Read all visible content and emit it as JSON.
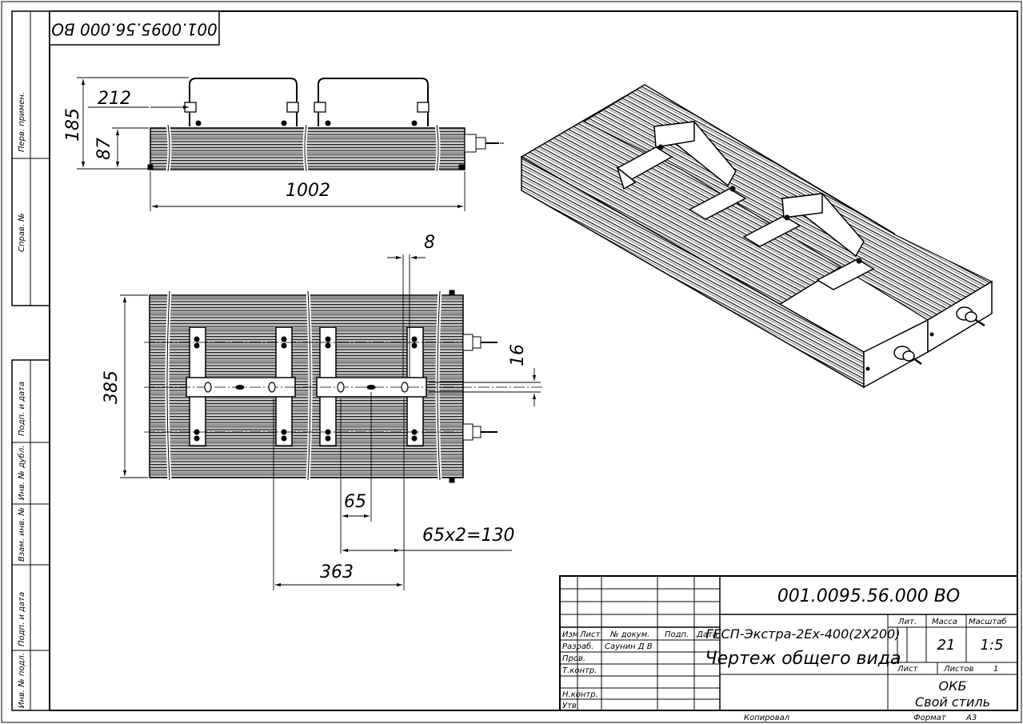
{
  "stamp": {
    "top_code": "001.0095.56.000 ВО",
    "designation": "001.0095.56.000 ВО",
    "product_name": "ГЕСП-Экстра-2Ex-400(2Х200)",
    "doc_type": "Чертеж общего вида",
    "hdr_izm": "Изм",
    "hdr_list": "Лист",
    "hdr_ndokum": "№ докум.",
    "hdr_podp": "Подп.",
    "hdr_data": "Дата",
    "row_razrab": "Разраб.",
    "razrab_name": "Саунин Д В",
    "row_prov": "Пров.",
    "row_tkontr": "Т.контр.",
    "row_nkontr": "Н.контр.",
    "row_utv": "Утв.",
    "lit_label": "Лит.",
    "massa_label": "Масса",
    "masshtab_label": "Масштаб",
    "massa_value": "21",
    "masshtab_value": "1:5",
    "list_label": "Лист",
    "listov_label": "Листов",
    "listov_value": "1",
    "org_line1": "ОКБ",
    "org_line2": "Свой стиль",
    "kopiroval": "Копировал",
    "format_label": "Формат",
    "format_value": "А3"
  },
  "side_labels": {
    "perv_primen": "Перв. примен.",
    "sprav_no": "Справ. №",
    "podp_data_1": "Подп. и дата",
    "inv_dubl": "Инв. № дубл.",
    "vzam_inv": "Взам. инв. №",
    "podp_data_2": "Подп. и дата",
    "inv_podl": "Инв. № подл."
  },
  "dims": {
    "d185": "185",
    "d212": "212",
    "d87": "87",
    "d1002": "1002",
    "d8": "8",
    "d385": "385",
    "d16": "16",
    "d65": "65",
    "d65x2": "65x2=130",
    "d363": "363"
  }
}
